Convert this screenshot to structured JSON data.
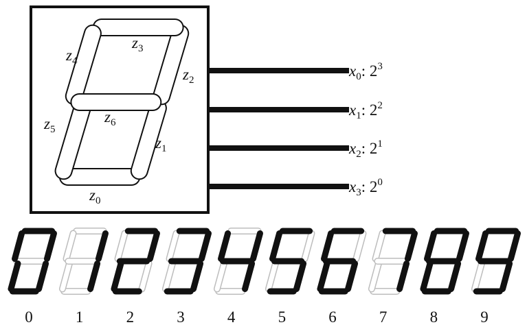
{
  "segments": [
    {
      "id": "z0",
      "base": "z",
      "sub": "0"
    },
    {
      "id": "z1",
      "base": "z",
      "sub": "1"
    },
    {
      "id": "z2",
      "base": "z",
      "sub": "2"
    },
    {
      "id": "z3",
      "base": "z",
      "sub": "3"
    },
    {
      "id": "z4",
      "base": "z",
      "sub": "4"
    },
    {
      "id": "z5",
      "base": "z",
      "sub": "5"
    },
    {
      "id": "z6",
      "base": "z",
      "sub": "6"
    }
  ],
  "inputs": [
    {
      "var": "x",
      "sub": "0",
      "sep": ": ",
      "base": "2",
      "exp": "3"
    },
    {
      "var": "x",
      "sub": "1",
      "sep": ": ",
      "base": "2",
      "exp": "2"
    },
    {
      "var": "x",
      "sub": "2",
      "sep": ": ",
      "base": "2",
      "exp": "1"
    },
    {
      "var": "x",
      "sub": "3",
      "sep": ": ",
      "base": "2",
      "exp": "0"
    }
  ],
  "digits": [
    {
      "label": "0",
      "on": [
        "z0",
        "z1",
        "z2",
        "z3",
        "z4",
        "z5"
      ]
    },
    {
      "label": "1",
      "on": [
        "z1",
        "z2"
      ]
    },
    {
      "label": "2",
      "on": [
        "z0",
        "z2",
        "z3",
        "z5",
        "z6"
      ]
    },
    {
      "label": "3",
      "on": [
        "z0",
        "z1",
        "z2",
        "z3",
        "z6"
      ]
    },
    {
      "label": "4",
      "on": [
        "z1",
        "z2",
        "z4",
        "z6"
      ]
    },
    {
      "label": "5",
      "on": [
        "z0",
        "z1",
        "z3",
        "z4",
        "z6"
      ]
    },
    {
      "label": "6",
      "on": [
        "z0",
        "z1",
        "z3",
        "z4",
        "z5",
        "z6"
      ]
    },
    {
      "label": "7",
      "on": [
        "z1",
        "z2",
        "z3"
      ]
    },
    {
      "label": "8",
      "on": [
        "z0",
        "z1",
        "z2",
        "z3",
        "z4",
        "z5",
        "z6"
      ]
    },
    {
      "label": "9",
      "on": [
        "z0",
        "z1",
        "z2",
        "z3",
        "z4",
        "z6"
      ]
    }
  ],
  "colors": {
    "on": "#111111",
    "off": "#bdbdbd",
    "line": "#111111"
  }
}
